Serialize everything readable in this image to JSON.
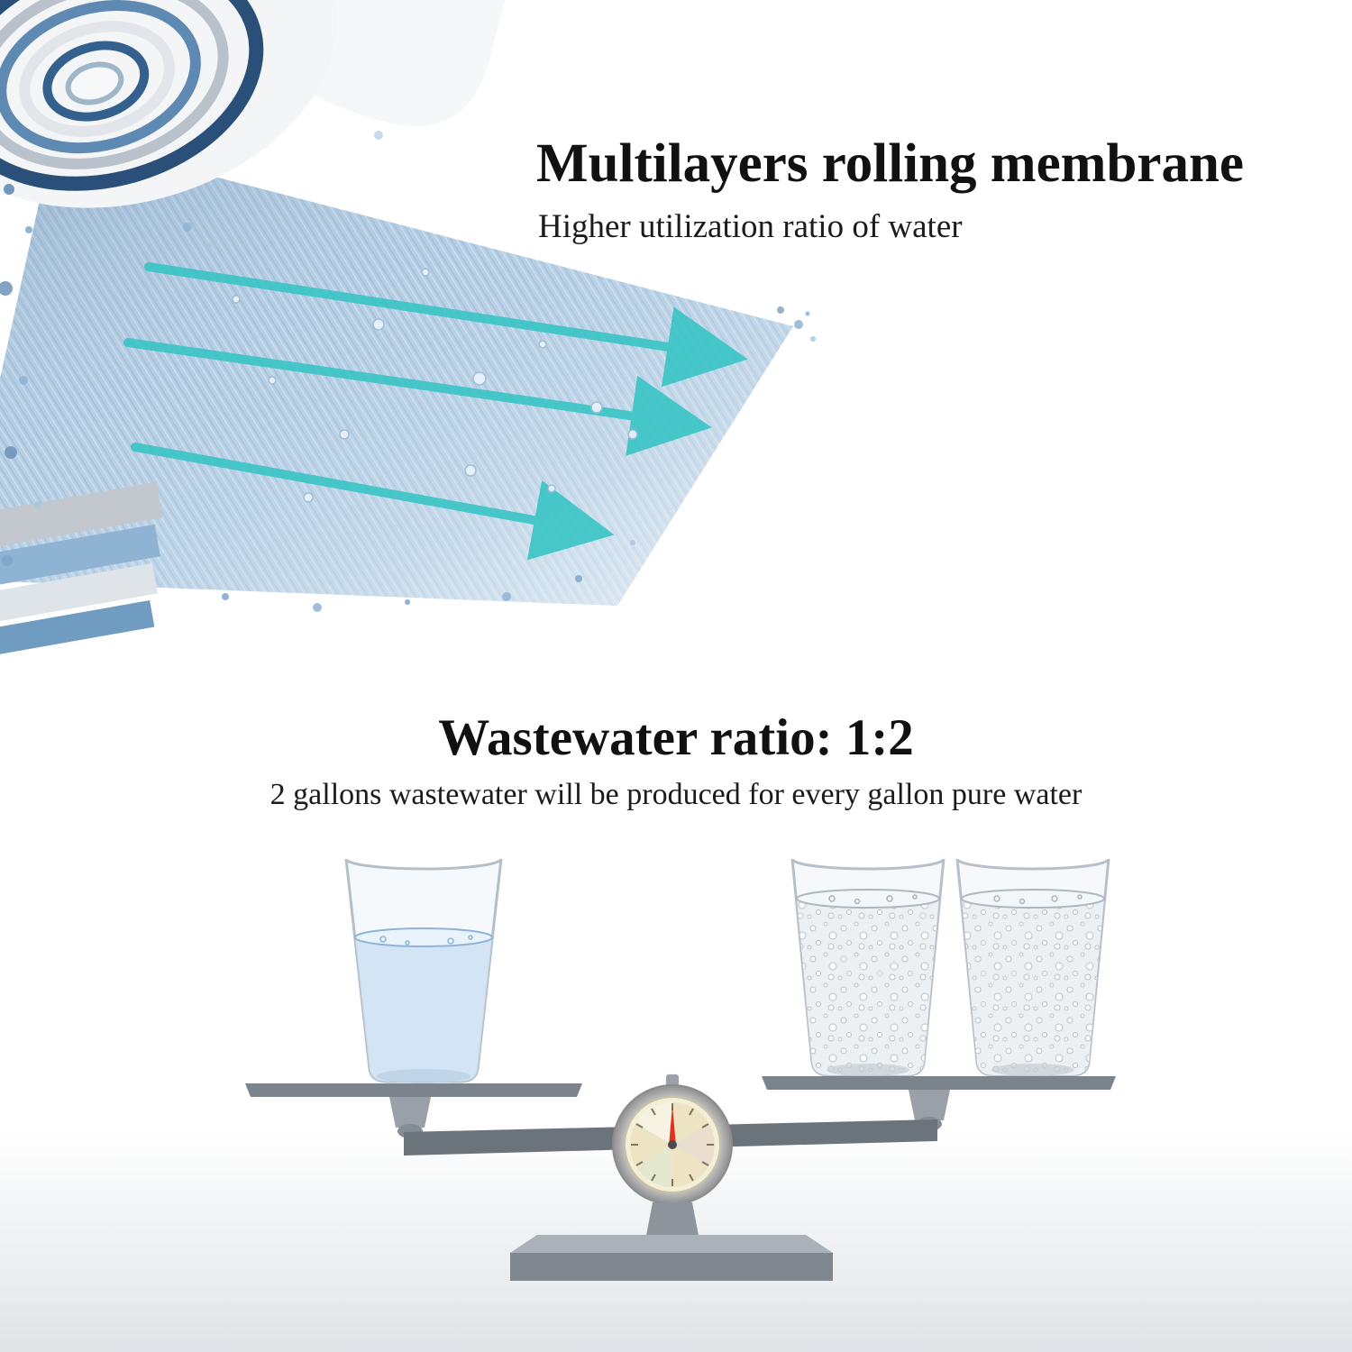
{
  "membrane": {
    "title": "Multilayers rolling membrane",
    "subtitle": "Higher utilization ratio of water"
  },
  "ratio": {
    "title": "Wastewater ratio: 1:2",
    "subtitle": "2 gallons wastewater will be produced for every gallon pure water"
  },
  "illustrations": {
    "membrane_icons": [
      "membrane-roll-icon",
      "membrane-sheet-icon",
      "flow-arrow-icon",
      "water-splash-icon"
    ],
    "scale_icons": [
      "pure-water-glass-icon",
      "sparkling-water-glass-icon",
      "balance-platform-icon",
      "balance-beam-icon",
      "scale-dial-icon",
      "scale-needle-icon",
      "scale-base-icon"
    ]
  },
  "colors": {
    "accent_teal": "#35c4c4",
    "membrane_blue": "#b7cfe4",
    "water_blue": "#cfe2f3",
    "scale_gray": "#7b838c",
    "dial_face": "#f3efd8",
    "needle_red": "#e2301e"
  }
}
